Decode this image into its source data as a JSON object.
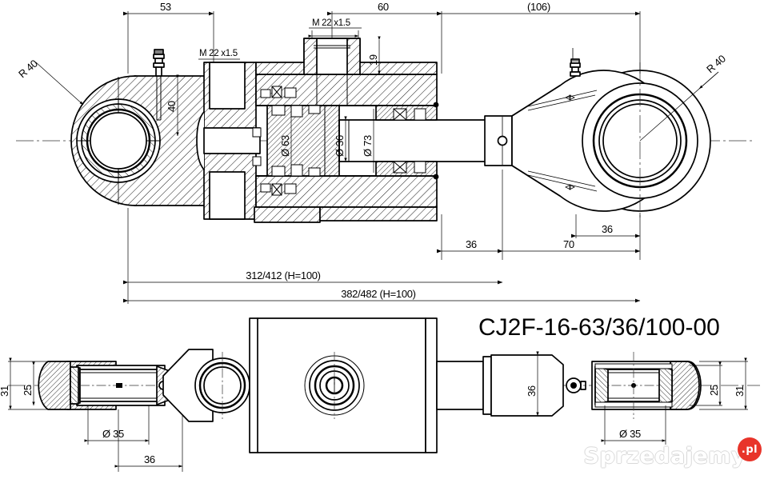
{
  "drawing": {
    "title": "CJ2F-16-63/36/100-00",
    "watermark": {
      "text": "Sprzedajemy",
      "badge": ".pl"
    },
    "line_color": "#000000",
    "background": "#ffffff",
    "badge_color": "#e8342a"
  },
  "dimensions": {
    "top": [
      {
        "id": "d-53",
        "label": "53"
      },
      {
        "id": "d-60",
        "label": "60"
      },
      {
        "id": "d-106",
        "label": "(106)"
      },
      {
        "id": "d-m22a",
        "label": "M 22 x1.5"
      },
      {
        "id": "d-m22b",
        "label": "M 22 x1.5"
      }
    ],
    "radii": [
      {
        "id": "r-left",
        "label": "R 40"
      },
      {
        "id": "r-right",
        "label": "R 40"
      }
    ],
    "vertical_section": [
      {
        "id": "d-40",
        "label": "40"
      },
      {
        "id": "d-19",
        "label": "19"
      },
      {
        "id": "d-d63",
        "label": "Ø 63"
      },
      {
        "id": "d-d36",
        "label": "Ø 36"
      },
      {
        "id": "d-d73",
        "label": "Ø 73"
      }
    ],
    "bottom_chain": [
      {
        "id": "d-36a",
        "label": "36"
      },
      {
        "id": "d-70",
        "label": "70"
      },
      {
        "id": "d-36b",
        "label": "36"
      }
    ],
    "overall": [
      {
        "id": "d-stroke-a",
        "label": "312/412 (H=100)"
      },
      {
        "id": "d-stroke-b",
        "label": "382/482 (H=100)"
      }
    ],
    "plan_view": [
      {
        "id": "p-31l",
        "label": "31"
      },
      {
        "id": "p-25l",
        "label": "25"
      },
      {
        "id": "p-d35l",
        "label": "Ø 35"
      },
      {
        "id": "p-36",
        "label": "36"
      },
      {
        "id": "p-36c",
        "label": "36"
      },
      {
        "id": "p-d35r",
        "label": "Ø 35"
      },
      {
        "id": "p-25r",
        "label": "25"
      },
      {
        "id": "p-31r",
        "label": "31"
      }
    ]
  }
}
